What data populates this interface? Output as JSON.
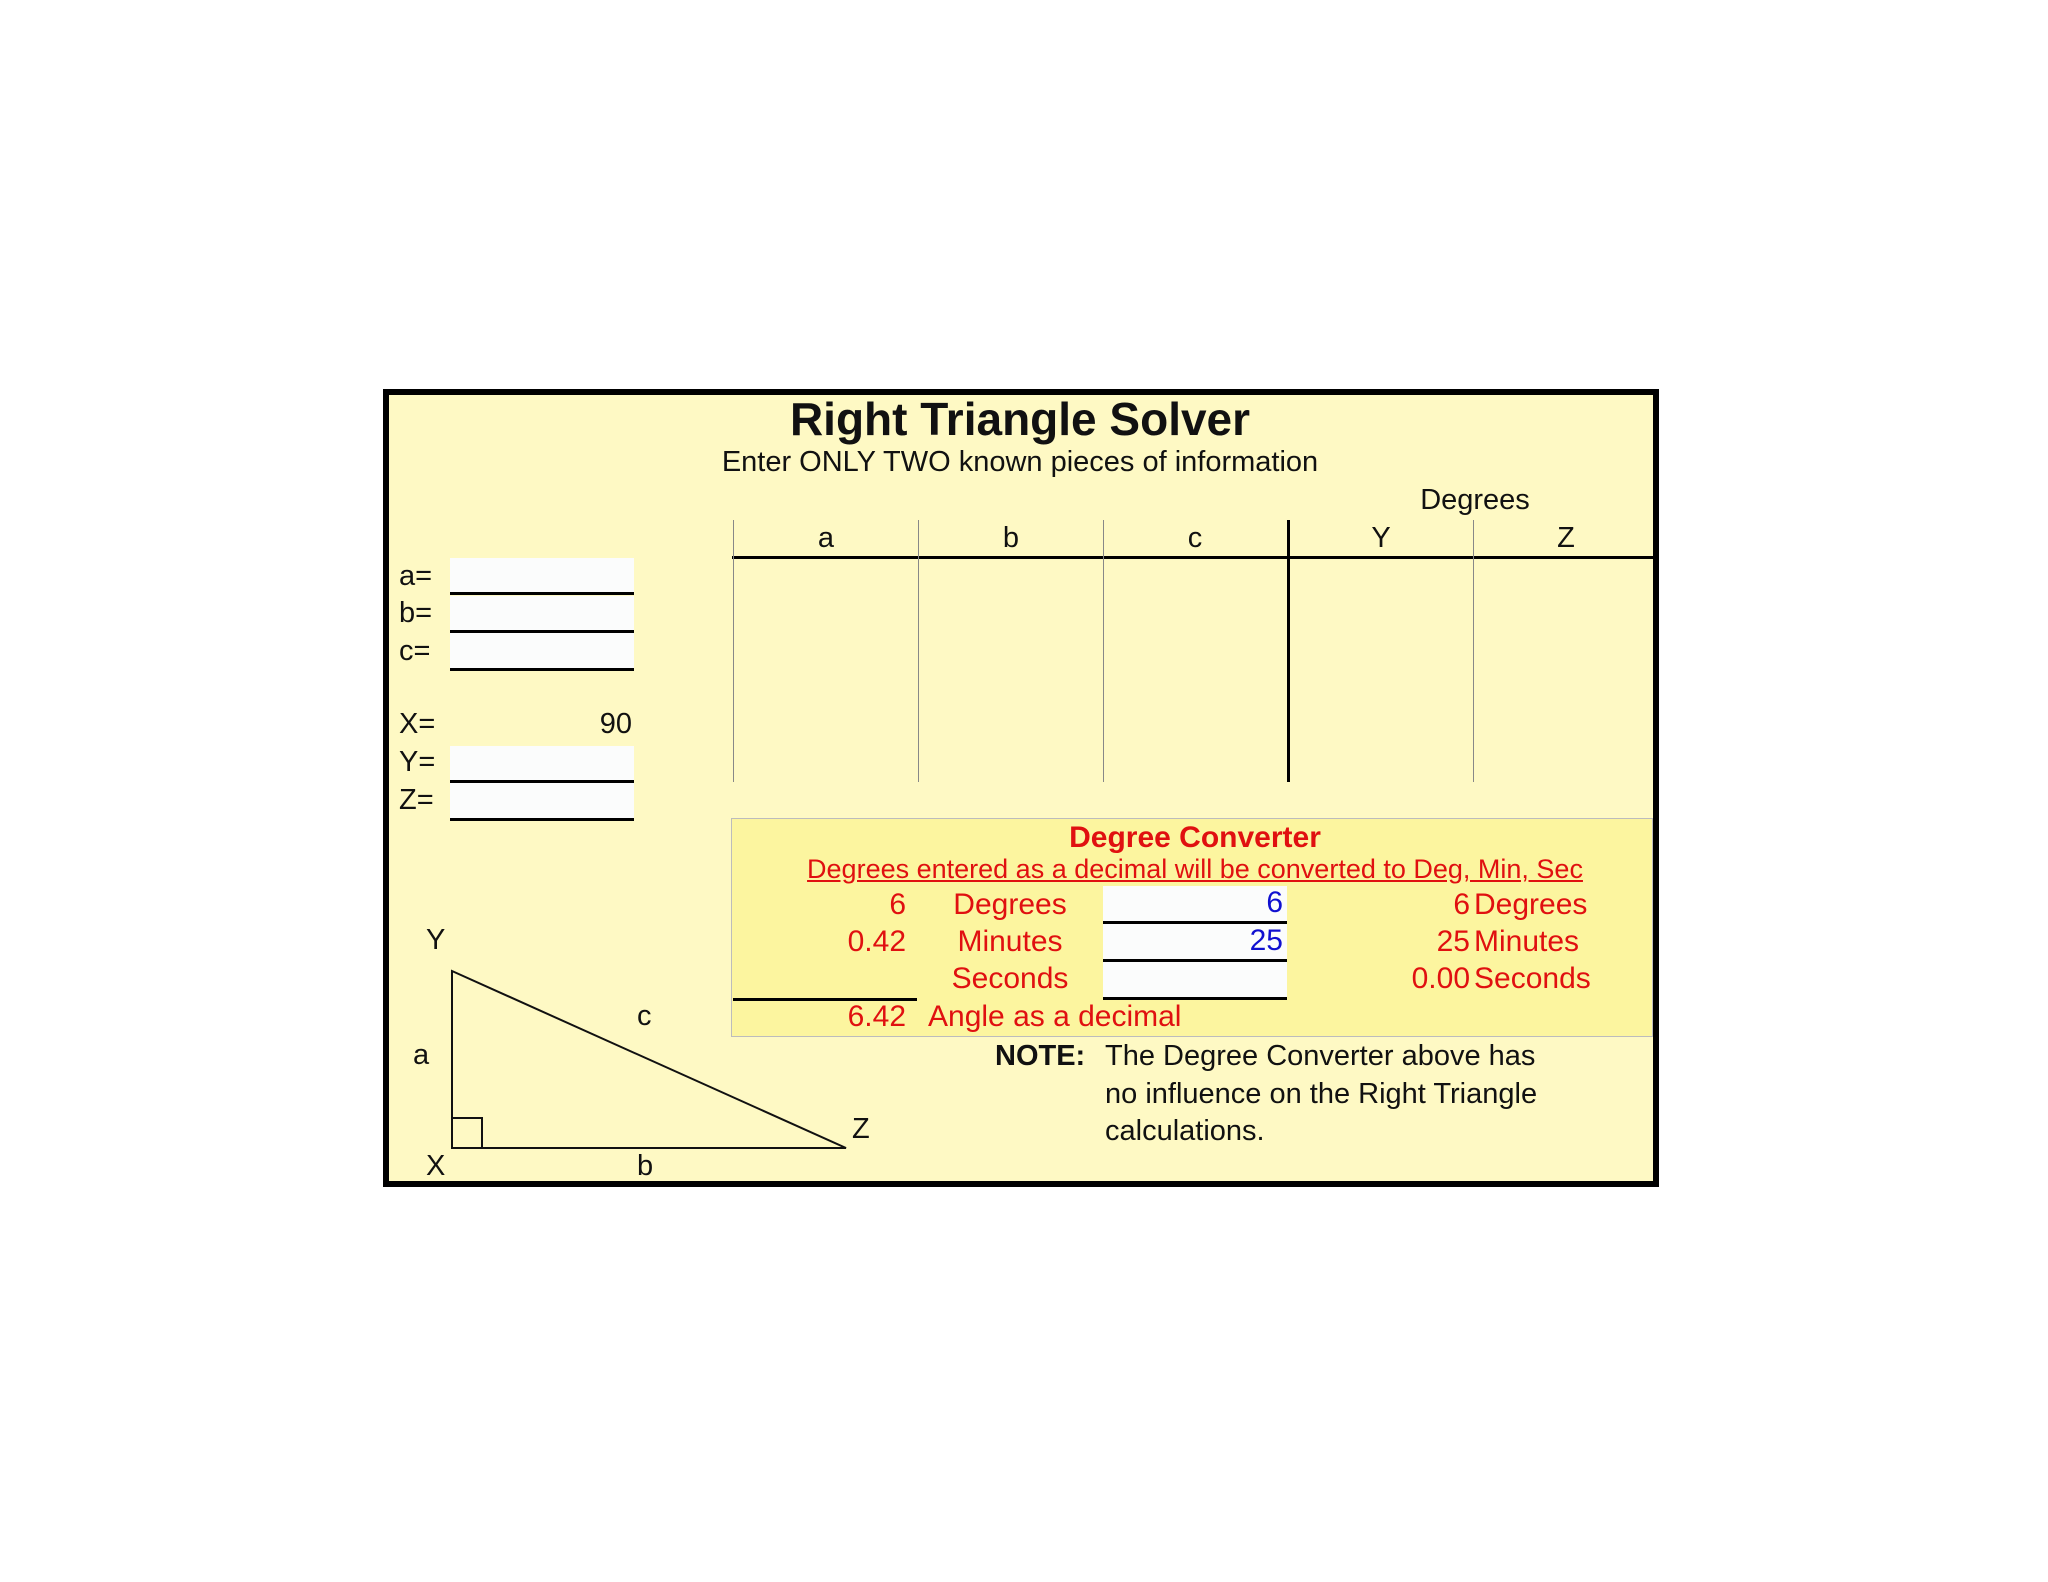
{
  "header": {
    "title": "Right Triangle Solver",
    "subtitle": "Enter ONLY TWO known pieces of information"
  },
  "inputs": {
    "a_label": "a=",
    "b_label": "b=",
    "c_label": "c=",
    "a_value": "",
    "b_value": "",
    "c_value": "",
    "x_label": "X=",
    "x_value": "90",
    "y_label": "Y=",
    "z_label": "Z=",
    "y_value": "",
    "z_value": ""
  },
  "results_table": {
    "degrees_label": "Degrees",
    "columns": [
      "a",
      "b",
      "c",
      "Y",
      "Z"
    ]
  },
  "converter": {
    "title": "Degree Converter",
    "subtitle": "Degrees entered as a decimal will be converted to Deg, Min, Sec",
    "left_degrees_value": "6",
    "left_minutes_value": "0.42",
    "degrees_label": "Degrees",
    "minutes_label": "Minutes",
    "seconds_label": "Seconds",
    "input_degrees": "6",
    "input_minutes": "25",
    "input_seconds": "",
    "out_degrees_value": "6",
    "out_degrees_label": "Degrees",
    "out_minutes_value": "25",
    "out_minutes_label": "Minutes",
    "out_seconds_value": "0.00",
    "out_seconds_label": "Seconds",
    "decimal_value": "6.42",
    "decimal_label": "Angle as a decimal"
  },
  "note": {
    "label": "NOTE:",
    "line1": "The Degree Converter above has",
    "line2": "no influence on the Right Triangle",
    "line3": "calculations."
  },
  "diagram": {
    "vertex_y": "Y",
    "vertex_x": "X",
    "vertex_z": "Z",
    "side_a": "a",
    "side_b": "b",
    "side_c": "c"
  },
  "colors": {
    "sheet_bg": "#fef9c4",
    "converter_bg": "#fcf59f",
    "converter_text": "#e01010",
    "input_text": "#1010d0"
  }
}
